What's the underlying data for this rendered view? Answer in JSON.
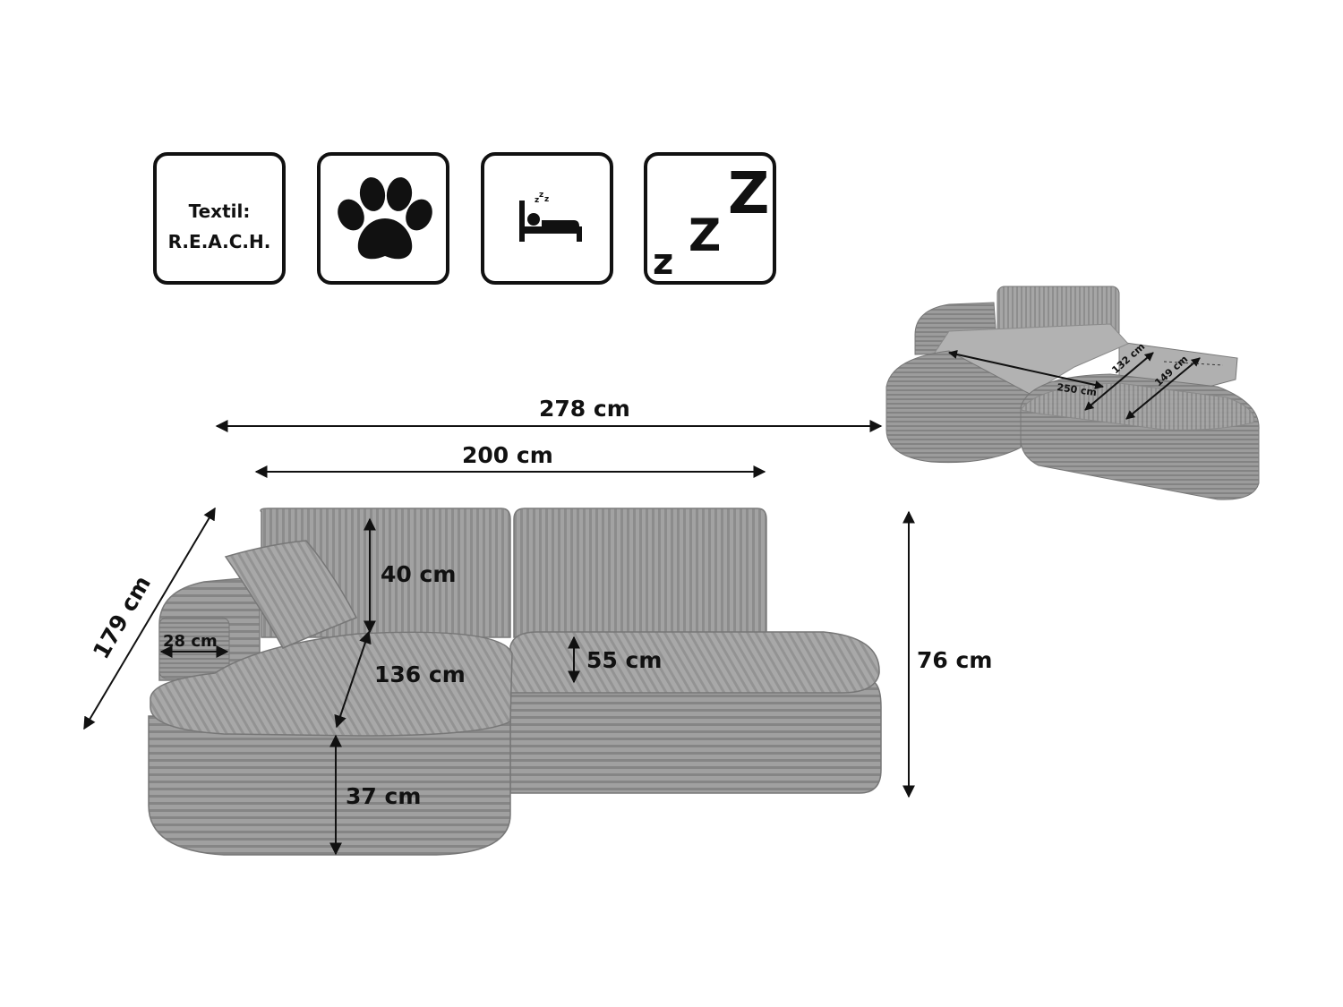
{
  "badges": {
    "textile_line1": "Textil:",
    "textile_line2": "R.E.A.C.H.",
    "paw": "paw-icon",
    "bed": "bed-icon",
    "sleep": "sleep-zzz-icon",
    "zzz_small": "z",
    "zzz_mid": "Z",
    "zzz_big": "Z"
  },
  "dimensions": {
    "total_width": "278 cm",
    "seat_width": "200 cm",
    "depth": "179 cm",
    "back_cushion": "40 cm",
    "armrest": "28 cm",
    "chaise_depth": "136 cm",
    "seat_depth": "55 cm",
    "seat_height": "37 cm",
    "total_height": "76 cm"
  },
  "bed_dimensions": {
    "bed_length": "250 cm",
    "bed_width_a": "132 cm",
    "bed_width_b": "149 cm"
  },
  "colors": {
    "fabric": "#9a9a9a",
    "fabric_light": "#b4b4b4",
    "fabric_dark": "#7c7c7c",
    "ink": "#111111"
  }
}
